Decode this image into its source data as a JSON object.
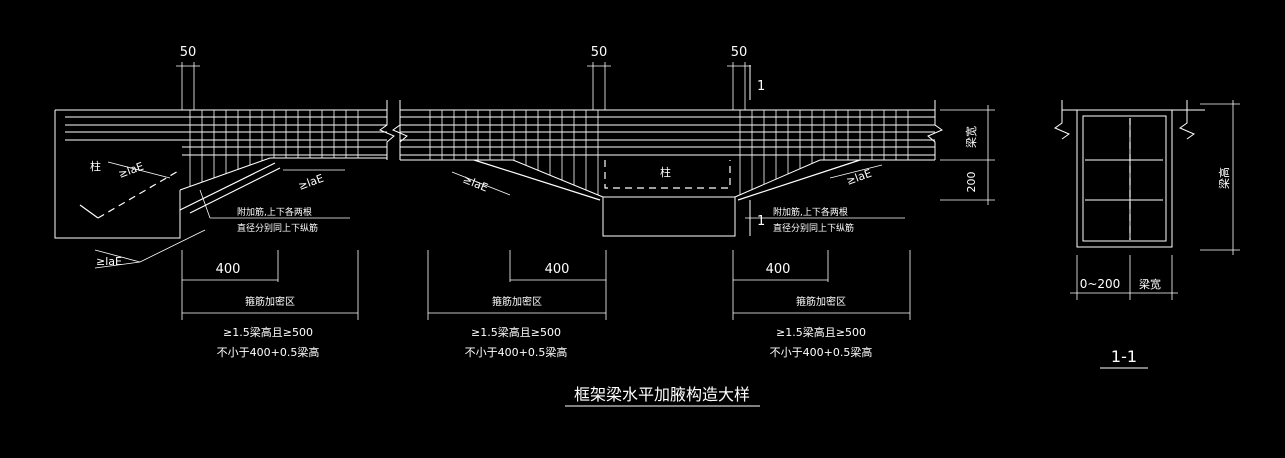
{
  "drawing": {
    "title": "框架梁水平加腋构造大样",
    "section_label": "1-1",
    "dim_50": "50",
    "dim_400": "400",
    "dim_200": "200",
    "dim_0_200": "0~200",
    "section_mark": "1",
    "label_column": "柱",
    "label_beam_width": "梁宽",
    "label_beam_height": "梁高",
    "label_lae": "≥laE",
    "stirrup_zone": "箍筋加密区",
    "zone_rule_line1": "≥1.5梁高且≥500",
    "zone_rule_line2": "不小于400+0.5梁高",
    "rebar_note_line1": "附加筋,上下各两根",
    "rebar_note_line2": "直径分别同上下纵筋"
  },
  "colors": {
    "background": "#000000",
    "lines": "#ffffff"
  }
}
